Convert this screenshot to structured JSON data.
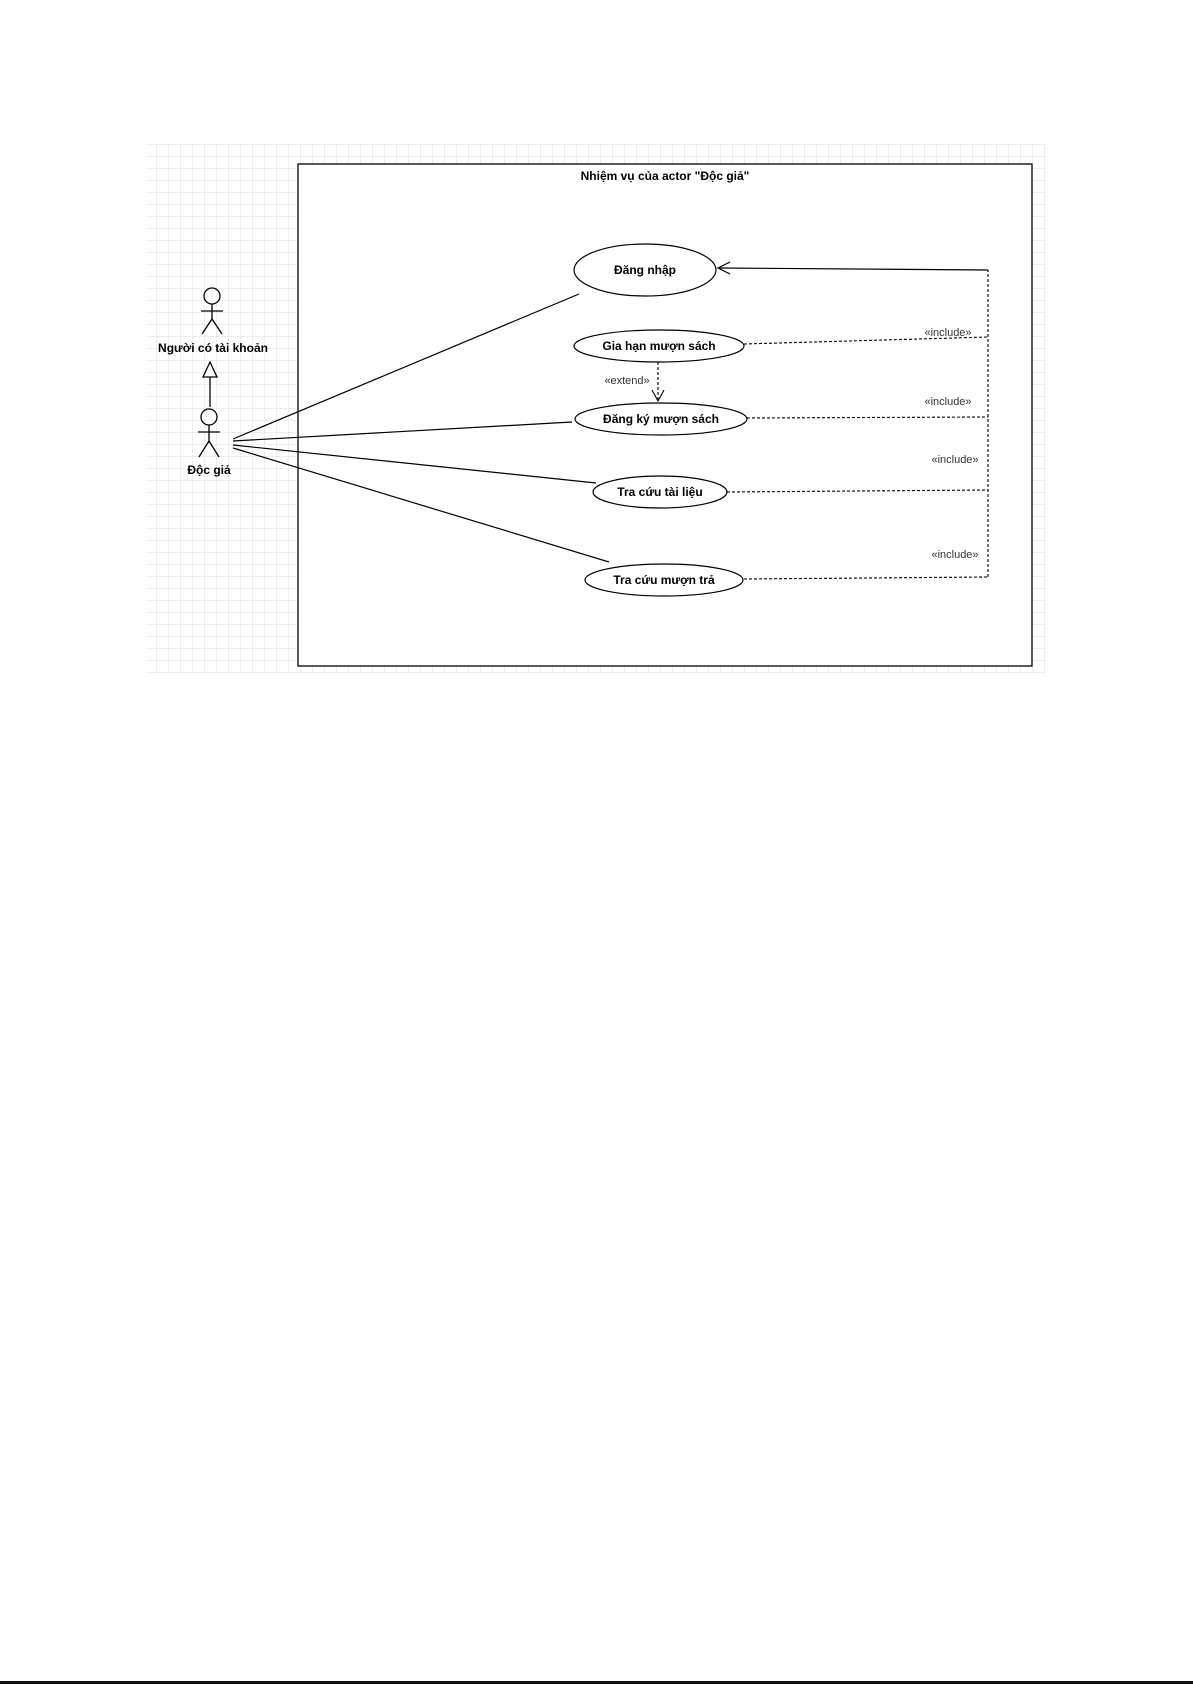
{
  "diagram": {
    "boundary_title": "Nhiệm vụ của actor \"Độc giả\"",
    "actors": {
      "account_holder": "Người có tài khoản",
      "reader": "Độc giả"
    },
    "use_cases": {
      "login": "Đăng nhập",
      "renew": "Gia hạn mượn sách",
      "register_borrow": "Đăng ký mượn sách",
      "search_docs": "Tra cứu tài liệu",
      "search_borrow": "Tra cứu mượn trả"
    },
    "stereotypes": {
      "include": "«include»",
      "extend": "«extend»"
    },
    "colors": {
      "line": "#000000",
      "grid": "#d9d9d9",
      "boundary_fill": "#ffffff"
    }
  }
}
